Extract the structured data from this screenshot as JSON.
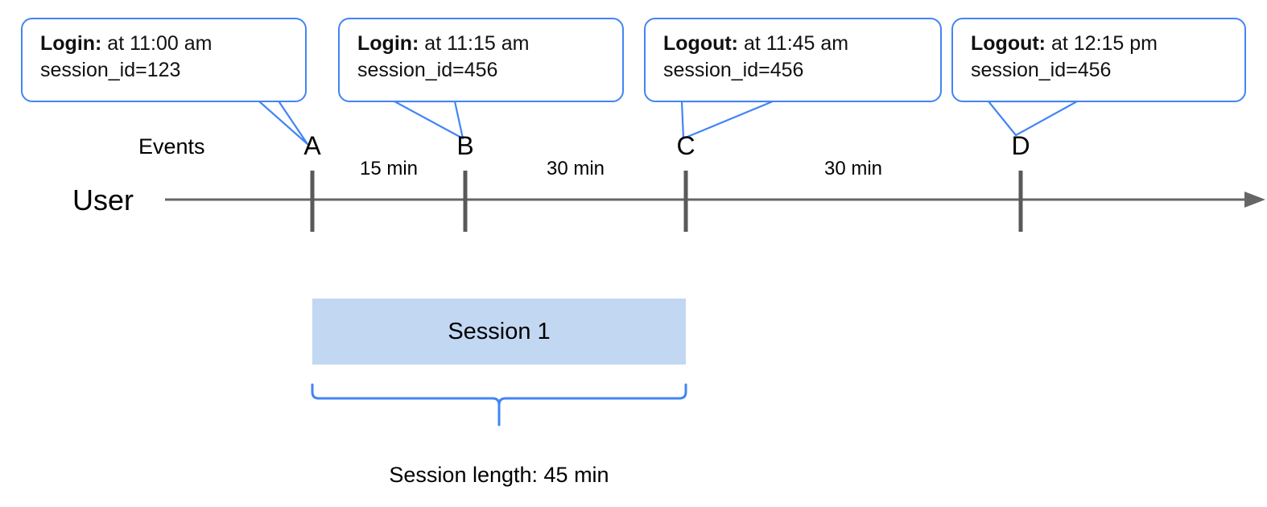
{
  "diagram": {
    "title_row_labels": {
      "events": "Events",
      "user": "User"
    },
    "callouts": [
      {
        "id": "A",
        "event": "Login:",
        "time": " at 11:00 am",
        "session": "session_id=123"
      },
      {
        "id": "B",
        "event": "Login:",
        "time": " at 11:15 am",
        "session": "session_id=456"
      },
      {
        "id": "C",
        "event": "Logout:",
        "time": " at 11:45 am",
        "session": "session_id=456"
      },
      {
        "id": "D",
        "event": "Logout:",
        "time": " at 12:15 pm",
        "session": "session_id=456"
      }
    ],
    "ticks": [
      {
        "label": "A"
      },
      {
        "label": "B"
      },
      {
        "label": "C"
      },
      {
        "label": "D"
      }
    ],
    "intervals": [
      {
        "label": "15 min"
      },
      {
        "label": "30 min"
      },
      {
        "label": "30 min"
      }
    ],
    "session": {
      "bar_label": "Session 1",
      "length_label": "Session length: 45 min"
    },
    "colors": {
      "callout_border": "#4285f4",
      "brace": "#4285f4",
      "axis": "#666666",
      "tick": "#595959",
      "session_bar": "#c2d7f2"
    }
  }
}
